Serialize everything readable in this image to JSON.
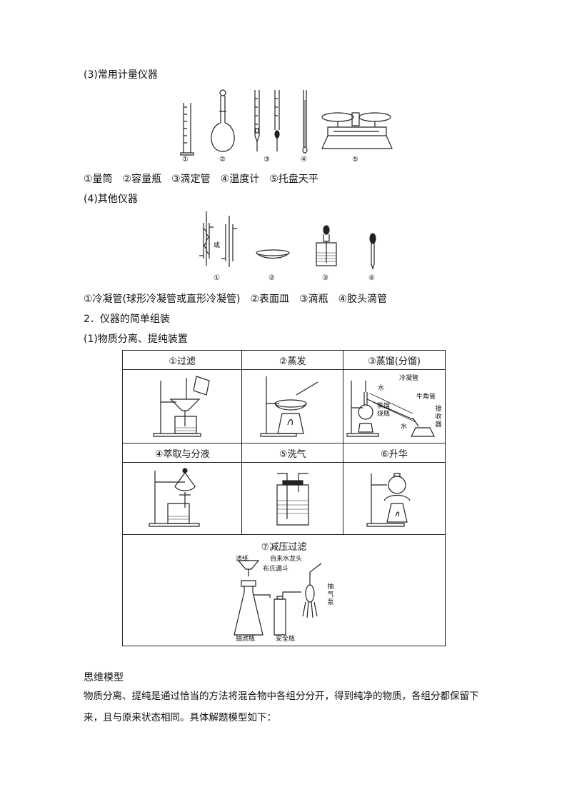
{
  "sections": {
    "measure_heading": "(3)常用计量仪器",
    "measure_numbers": [
      "①",
      "②",
      "③",
      "④",
      "⑤"
    ],
    "measure_caption": "①量筒　②容量瓶　③滴定管　④温度计　⑤托盘天平",
    "other_heading": "(4)其他仪器",
    "other_or_label": "或",
    "other_numbers": [
      "①",
      "②",
      "③",
      "④"
    ],
    "other_caption": "①冷凝管(球形冷凝管或直形冷凝管)　②表面皿　③滴瓶　④胶头滴管",
    "assembly_heading": "2．仪器的简单组装",
    "separation_heading": "(1)物质分离、提纯装置"
  },
  "table": {
    "row1": [
      "①过滤",
      "②蒸发",
      "③蒸馏(分馏)"
    ],
    "row2": [
      "④萃取与分液",
      "⑤洗气",
      "⑥升华"
    ],
    "row3": "⑦减压过滤"
  },
  "distillation_labels": {
    "condenser": "冷凝管",
    "water_in": "水",
    "water_out": "水",
    "adapter": "牛角管",
    "flask": "蒸馏烧瓶",
    "receiver": "接收器"
  },
  "vacuum_labels": {
    "filter_paper": "滤纸",
    "buchner_funnel": "布氏漏斗",
    "faucet": "自来水龙头",
    "pump": "抽气泵",
    "suction_flask": "抽滤瓶",
    "safety_bottle": "安全瓶"
  },
  "thinking": {
    "heading": "思维模型",
    "body": "物质分离、提纯是通过恰当的方法将混合物中各组分分开，得到纯净的物质，各组分都保留下来，且与原来状态相同。具体解题模型如下："
  }
}
